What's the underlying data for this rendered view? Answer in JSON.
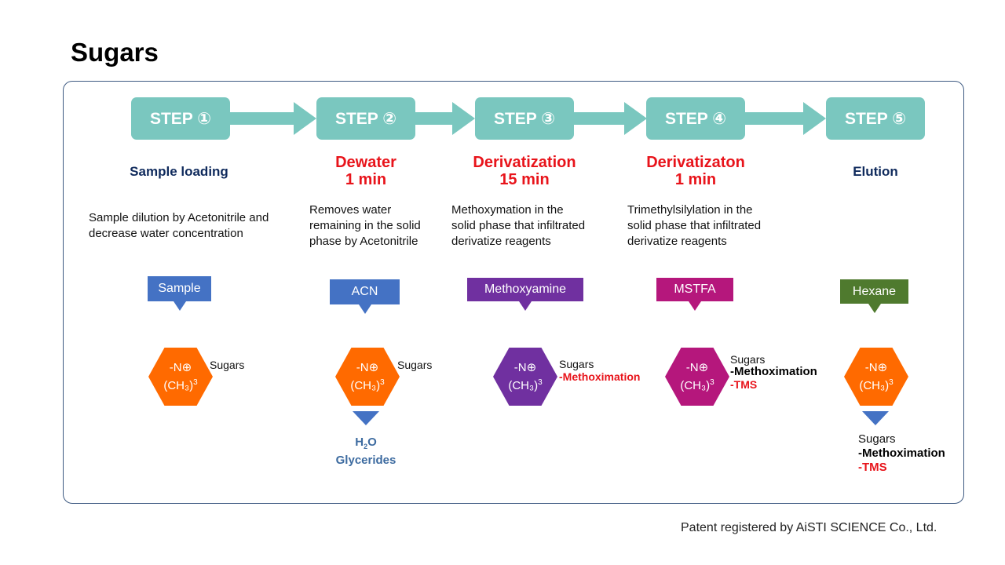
{
  "title": "Sugars",
  "footer": "Patent registered by AiSTI SCIENCE Co., Ltd.",
  "colors": {
    "step_fill": "#7ac7bf",
    "blue_heading": "#0f2a5c",
    "red_heading": "#e8141b",
    "orange_hex": "#ff6a00",
    "purple_hex": "#7030a0",
    "magenta_hex": "#b5177c",
    "removed_text": "#3d6ba0"
  },
  "steps": [
    {
      "label": "STEP ①",
      "heading": [
        "Sample loading"
      ],
      "description": [
        "Sample dilution by Acetonitrile and",
        "decrease water concentration"
      ],
      "reagent": {
        "label": "Sample",
        "color": "#4472c4"
      },
      "hex": {
        "line1": "-N⊕",
        "line2": "(CH₃)",
        "sup": "3",
        "color": "#ff6a00"
      },
      "analyte": {
        "plain": "Sugars",
        "bold": "",
        "red": ""
      }
    },
    {
      "label": "STEP ②",
      "heading": [
        "Dewater",
        "1 min"
      ],
      "description": [
        "Removes water",
        "remaining in the solid",
        "phase by Acetonitrile"
      ],
      "reagent": {
        "label": "ACN",
        "color": "#4472c4"
      },
      "hex": {
        "line1": "-N⊕",
        "line2": "(CH₃)",
        "sup": "3",
        "color": "#ff6a00"
      },
      "analyte": {
        "plain": "Sugars",
        "bold": "",
        "red": ""
      },
      "removed": {
        "line1_main": "H",
        "line1_sub": "2",
        "line1_end": "O",
        "line2": "Glycerides"
      }
    },
    {
      "label": "STEP ③",
      "heading": [
        "Derivatization",
        "15 min"
      ],
      "description": [
        "Methoxymation in the",
        "solid phase that infiltrated",
        "derivatize reagents"
      ],
      "reagent": {
        "label": "Methoxyamine",
        "color": "#7030a0"
      },
      "hex": {
        "line1": "-N⊕",
        "line2": "(CH₃)",
        "sup": "3",
        "color": "#7030a0"
      },
      "analyte": {
        "plain": "Sugars",
        "bold": "",
        "red": "-Methoximation"
      }
    },
    {
      "label": "STEP ④",
      "heading": [
        "Derivatizaton",
        "1 min"
      ],
      "description": [
        "Trimethylsilylation in the",
        "solid phase that infiltrated",
        "derivatize reagents"
      ],
      "reagent": {
        "label": "MSTFA",
        "color": "#b5177c"
      },
      "hex": {
        "line1": "-N⊕",
        "line2": "(CH₃)",
        "sup": "3",
        "color": "#b5177c"
      },
      "analyte": {
        "plain": "Sugars",
        "bold": "-Methoximation",
        "red": "-TMS"
      }
    },
    {
      "label": "STEP ⑤",
      "heading": [
        "Elution"
      ],
      "description": [],
      "reagent": {
        "label": "Hexane",
        "color": "#4f7a2e"
      },
      "hex": {
        "line1": "-N⊕",
        "line2": "(CH₃)",
        "sup": "3",
        "color": "#ff6a00"
      },
      "analyte": {
        "plain": "",
        "bold": "",
        "red": ""
      },
      "eluted": {
        "plain": "Sugars",
        "bold": "-Methoximation",
        "red": "-TMS"
      }
    }
  ]
}
